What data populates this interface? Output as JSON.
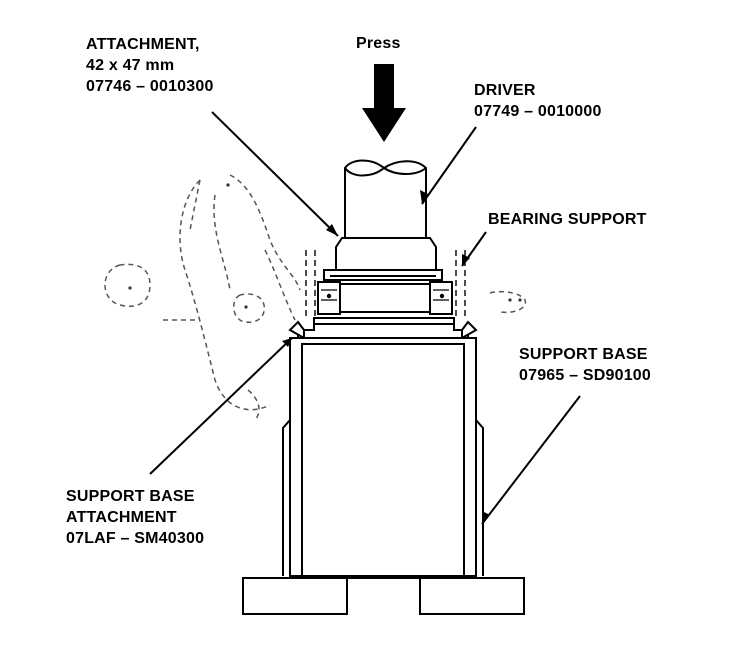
{
  "press_label": "Press",
  "callouts": {
    "attachment": {
      "lines": [
        "ATTACHMENT,",
        "42 x 47 mm",
        "07746 – 0010300"
      ]
    },
    "driver": {
      "lines": [
        "DRIVER",
        "07749 – 0010000"
      ]
    },
    "bearing_support": {
      "lines": [
        "BEARING SUPPORT"
      ]
    },
    "support_base": {
      "lines": [
        "SUPPORT BASE",
        "07965 – SD90100"
      ]
    },
    "support_base_attachment": {
      "lines": [
        "SUPPORT BASE",
        "ATTACHMENT",
        "07LAF – SM40300"
      ]
    }
  },
  "colors": {
    "ink": "#000000",
    "paper": "#ffffff",
    "ghost": "#555555"
  }
}
